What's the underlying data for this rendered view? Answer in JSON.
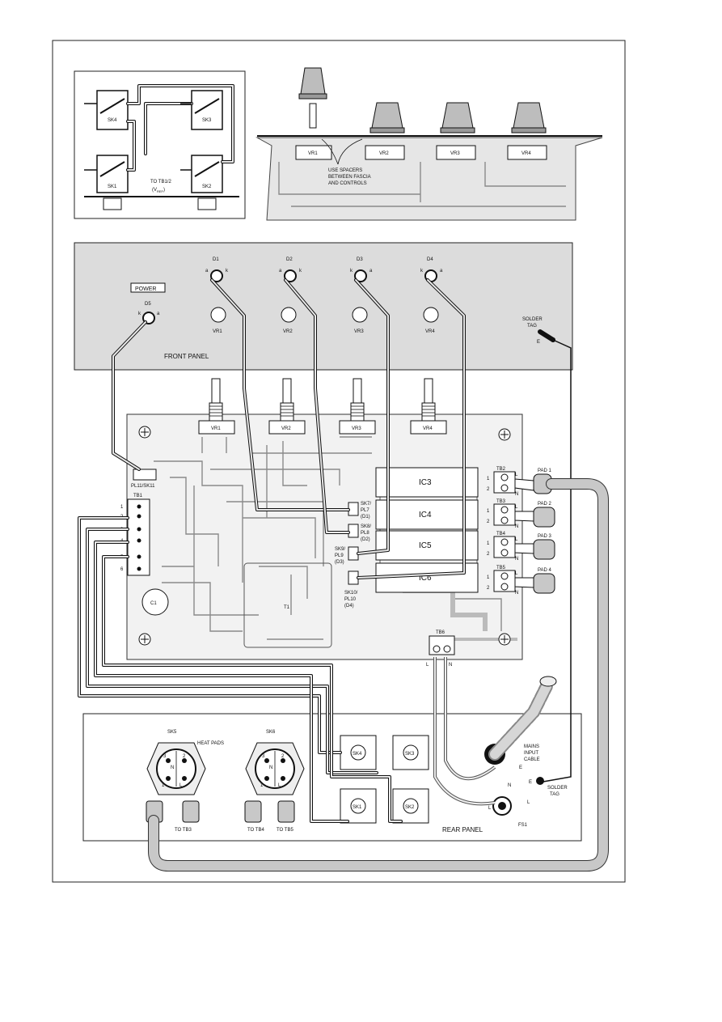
{
  "inset": {
    "sockets": [
      "SK4",
      "SK3",
      "SK1",
      "SK2"
    ],
    "note": "TO TB1/2",
    "vref_main": "(V",
    "vref_sub": "REF",
    "vref_close": ")"
  },
  "spacers": {
    "pots": [
      "VR1",
      "VR2",
      "VR3",
      "VR4"
    ],
    "note_lines": [
      "USE SPACERS",
      "BETWEEN FASCIA",
      "AND CONTROLS"
    ]
  },
  "front_panel": {
    "title": "FRONT PANEL",
    "power_label": "POWER",
    "leds": [
      "D1",
      "D2",
      "D3",
      "D4"
    ],
    "power_led": "D5",
    "anode": "a",
    "cathode": "k",
    "pots": [
      "VR1",
      "VR2",
      "VR3",
      "VR4"
    ],
    "solder_tag_lines": [
      "SOLDER",
      "TAG"
    ],
    "earth": "E"
  },
  "pcb": {
    "pots": [
      "VR1",
      "VR2",
      "VR3",
      "VR4"
    ],
    "ics": [
      "IC3",
      "IC4",
      "IC5",
      "IC6"
    ],
    "pl11": "PL11/SK11",
    "tb1": "TB1",
    "tb1_pins": [
      "1",
      "2",
      "3",
      "4",
      "5",
      "6"
    ],
    "led_connectors": [
      [
        "SK7/",
        "PL7",
        "(D1)"
      ],
      [
        "SK8/",
        "PL8",
        "(D2)"
      ],
      [
        "SK9/",
        "PL9",
        "(D3)"
      ],
      [
        "SK10/",
        "PL10",
        "(D4)"
      ]
    ],
    "pad_blocks": [
      "TB2",
      "TB3",
      "TB4",
      "TB5"
    ],
    "pads": [
      "PAD 1",
      "PAD 2",
      "PAD 3",
      "PAD 4"
    ],
    "pin_numbers": [
      "1",
      "2"
    ],
    "live": "L",
    "neutral": "N",
    "transformer": "T1",
    "capacitor": "C1",
    "tb6": "TB6"
  },
  "rear_panel": {
    "title": "REAR PANEL",
    "heat_pads": "HEAT PADS",
    "xlr": [
      "SK5",
      "SK6"
    ],
    "xlr_pins": [
      "1",
      "2",
      "3",
      "N",
      "L"
    ],
    "jacks": [
      "SK4",
      "SK3",
      "SK1",
      "SK2"
    ],
    "to_labels": [
      "TO TB3",
      "TO TB4",
      "TO TB5"
    ],
    "mains_lines": [
      "MAINS",
      "INPUT",
      "CABLE"
    ],
    "solder_tag_lines": [
      "SOLDER",
      "TAG"
    ],
    "earth": "E",
    "live": "L",
    "neutral": "N",
    "fuse": "FS1"
  },
  "colors": {
    "panel_fill": "#dcdcdc",
    "pcb_fill": "#f2f2f2",
    "track": "#8a8a8a",
    "line": "#111111"
  }
}
